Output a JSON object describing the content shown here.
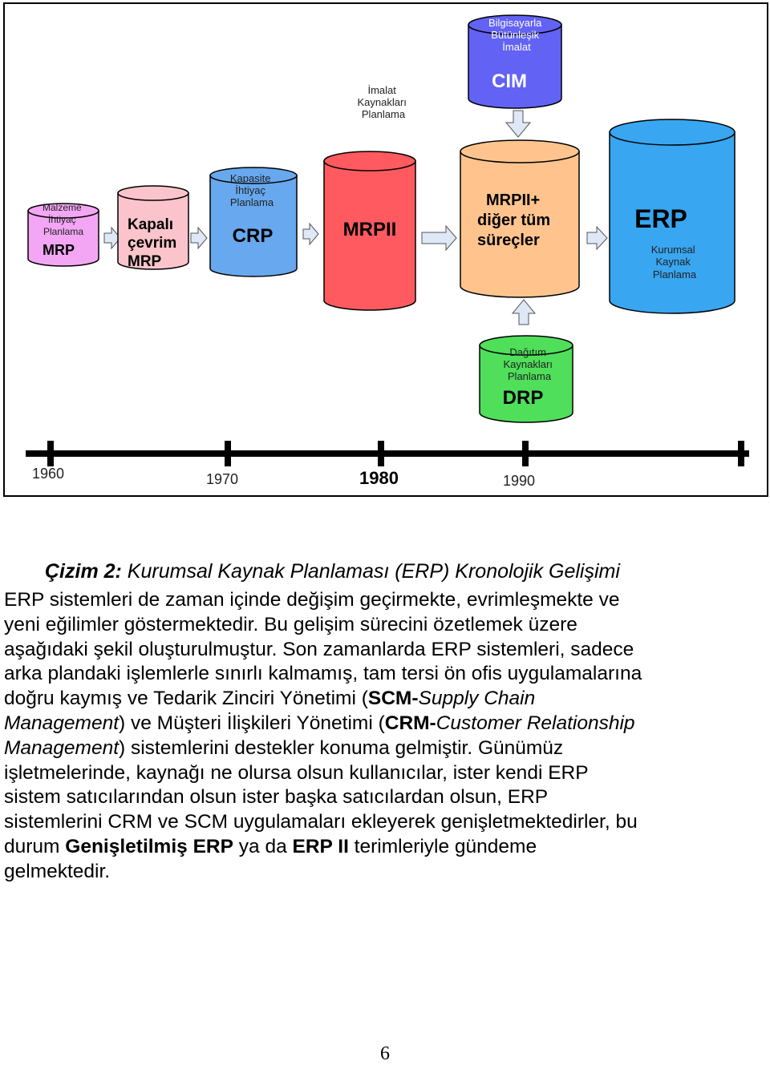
{
  "diagram": {
    "cylinders": [
      {
        "id": "mrp",
        "desc_lines": [
          "Malzeme",
          "İhtiyaç",
          "Planlama"
        ],
        "main_lines": [
          "MRP"
        ],
        "fill": "#f3a6f3"
      },
      {
        "id": "cl-mrp",
        "desc_lines": [],
        "main_lines": [
          "Kapalı",
          "çevrim",
          "MRP"
        ],
        "fill": "#fbc4cc"
      },
      {
        "id": "crp",
        "desc_lines": [
          "Kapasite",
          "İhtiyaç",
          "Planlama"
        ],
        "main_lines": [
          "CRP"
        ],
        "fill": "#67a8ee"
      },
      {
        "id": "mrpii",
        "desc_lines": [],
        "main_lines": [
          "MRPII"
        ],
        "fill": "#ff5a5f"
      },
      {
        "id": "mrpii-plus",
        "desc_lines": [],
        "main_lines": [
          "MRPII+",
          "diğer tüm",
          "süreçler"
        ],
        "fill": "#ffc48e"
      },
      {
        "id": "cim",
        "desc_lines": [
          "Bilgisayarla",
          "Bütünleşik",
          "İmalat"
        ],
        "main_lines": [
          "CIM"
        ],
        "fill": "#6262f4"
      },
      {
        "id": "erp",
        "desc_lines": [
          "Kurumsal",
          "Kaynak",
          "Planlama"
        ],
        "main_lines": [
          "ERP"
        ],
        "fill": "#38a6f0"
      },
      {
        "id": "drp",
        "desc_lines": [
          "Dağıtım",
          "Kaynakları",
          "Planlama"
        ],
        "main_lines": [
          "DRP"
        ],
        "fill": "#4fdf5a"
      }
    ],
    "floating_label": [
      "İmalat",
      "Kaynakları",
      "Planlama"
    ],
    "timeline_years": [
      "1960",
      "1970",
      "1980",
      "1990"
    ]
  },
  "caption": {
    "label": "Çizim 2:",
    "text": " Kurumsal Kaynak Planlaması (ERP) Kronolojik Gelişimi"
  },
  "paragraph": {
    "l1": "ERP sistemleri de zaman içinde değişim geçirmekte, evrimleşmekte ve",
    "l2": "yeni eğilimler göstermektedir. Bu gelişim sürecini özetlemek üzere",
    "l3": "aşağıdaki şekil oluşturulmuştur. Son zamanlarda ERP sistemleri, sadece",
    "l4": "arka plandaki işlemlerle sınırlı kalmamış, tam tersi ön ofis uygulamalarına",
    "l5a": "doğru kaymış ve Tedarik Zinciri Yönetimi (",
    "l5b": "SCM-",
    "l5c": "Supply Chain",
    "l6a": "Management",
    "l6b": ") ve Müşteri İlişkileri Yönetimi (",
    "l6c": "CRM-",
    "l6d": "Customer Relationship",
    "l7a": "Management",
    "l7b": ") sistemlerini destekler konuma gelmiştir. Günümüz",
    "l8": "işletmelerinde, kaynağı ne olursa olsun kullanıcılar, ister kendi ERP",
    "l9": "sistem satıcılarından olsun ister başka satıcılardan olsun, ERP",
    "l10": "sistemlerini CRM ve SCM uygulamaları ekleyerek genişletmektedirler, bu",
    "l11a": "durum ",
    "l11b": "Genişletilmiş ERP",
    "l11c": " ya da ",
    "l11d": "ERP II",
    "l11e": " terimleriyle gündeme",
    "l12": "gelmektedir."
  },
  "page_number": "6"
}
